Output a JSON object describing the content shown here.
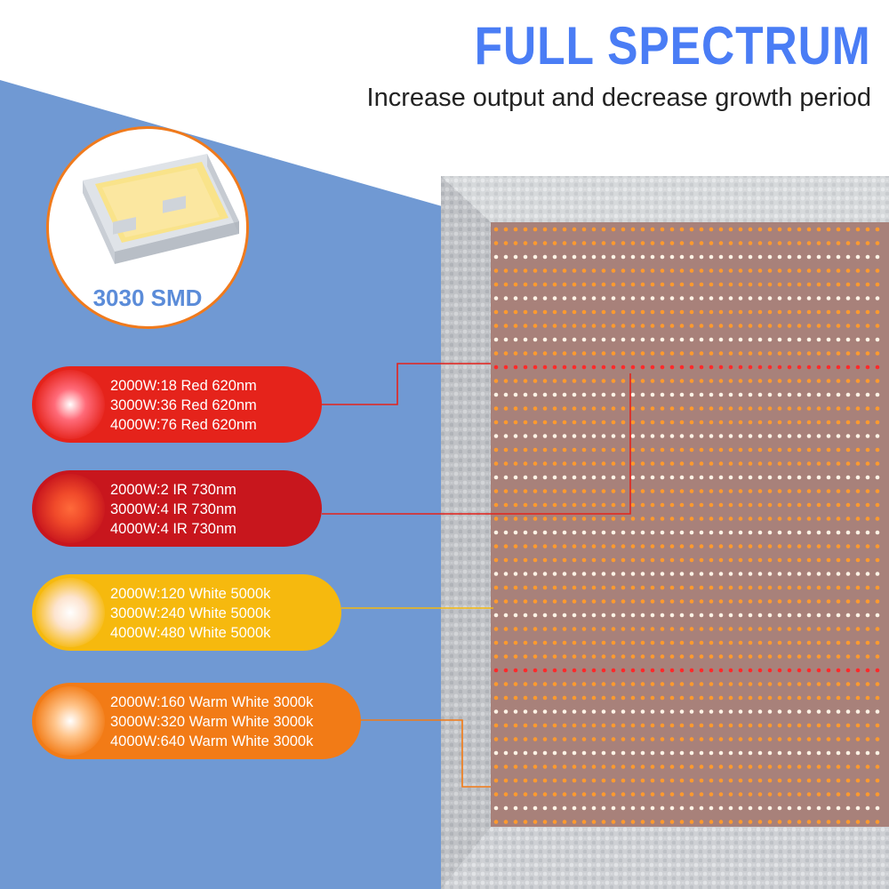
{
  "header": {
    "title": "FULL SPECTRUM",
    "subtitle": "Increase output and decrease growth period"
  },
  "smd_badge": {
    "label": "3030 SMD",
    "icon": "smd-chip-icon"
  },
  "spec_pills": [
    {
      "lines": [
        "2000W:18 Red 620nm",
        "3000W:36 Red 620nm",
        "4000W:76 Red 620nm"
      ],
      "color": "#e5231b",
      "icon": "red-led-icon"
    },
    {
      "lines": [
        "2000W:2 IR 730nm",
        "3000W:4 IR 730nm",
        "4000W:4 IR 730nm"
      ],
      "color": "#c8161d",
      "icon": "ir-led-icon"
    },
    {
      "lines": [
        "2000W:120 White 5000k",
        "3000W:240 White 5000k",
        "4000W:480 White 5000k"
      ],
      "color": "#f6b90e",
      "icon": "white-led-icon"
    },
    {
      "lines": [
        "2000W:160 Warm White 3000k",
        "3000W:320 Warm White 3000k",
        "4000W:640 Warm White 3000k"
      ],
      "color": "#f27b16",
      "icon": "warm-white-led-icon"
    }
  ],
  "colors": {
    "accent_blue": "#4a7df5",
    "background_blue": "#6f9ad6",
    "badge_border": "#f07a1c",
    "led_orange": "#ff9a2e",
    "led_red": "#ff2a2a",
    "led_white": "#fff3e6"
  }
}
